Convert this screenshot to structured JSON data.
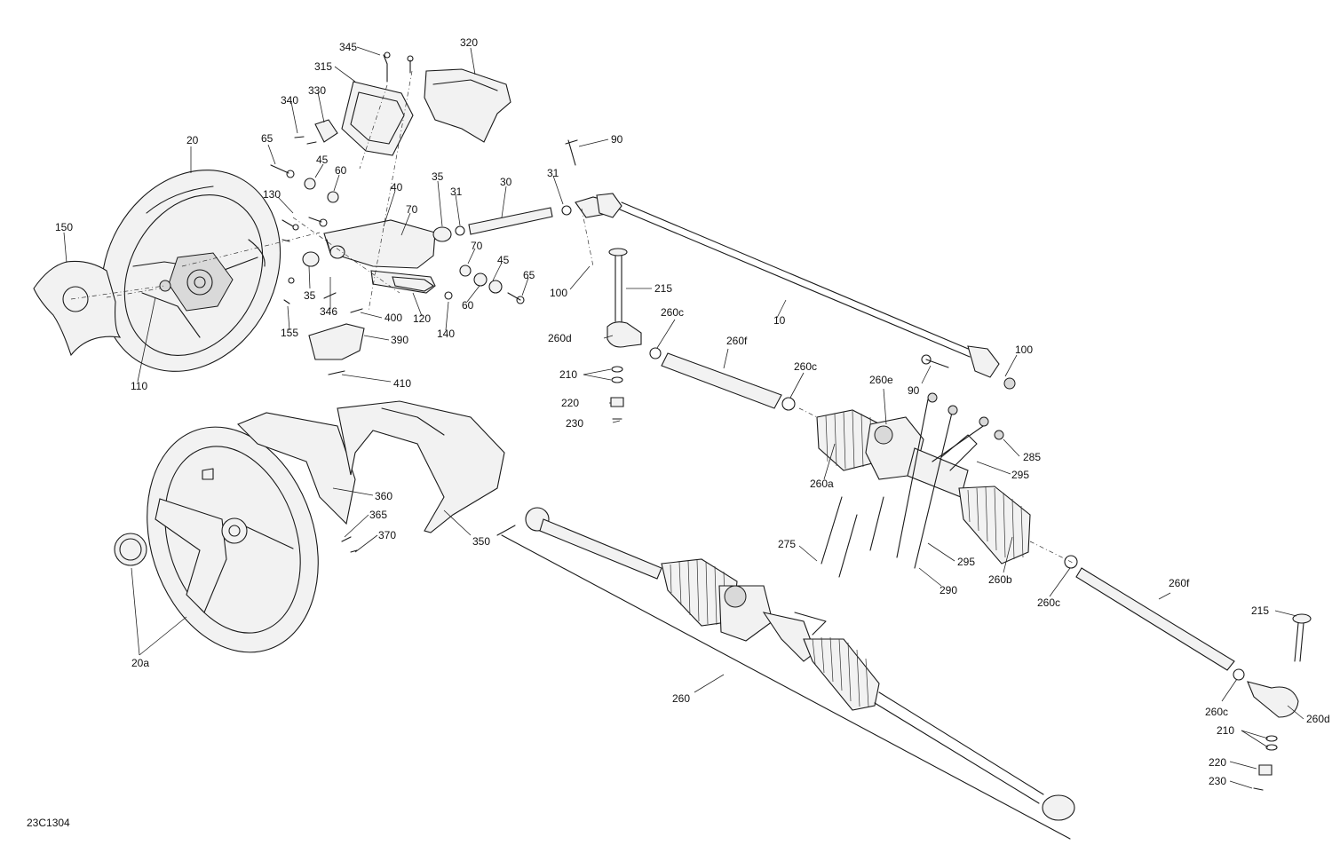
{
  "diagram_code": "23C1304",
  "labels": [
    {
      "id": "l345",
      "text": "345"
    },
    {
      "id": "l320",
      "text": "320"
    },
    {
      "id": "l315",
      "text": "315"
    },
    {
      "id": "l330",
      "text": "330"
    },
    {
      "id": "l340",
      "text": "340"
    },
    {
      "id": "l20",
      "text": "20"
    },
    {
      "id": "l65a",
      "text": "65"
    },
    {
      "id": "l45a",
      "text": "45"
    },
    {
      "id": "l60a",
      "text": "60"
    },
    {
      "id": "l90a",
      "text": "90"
    },
    {
      "id": "l31a",
      "text": "31"
    },
    {
      "id": "l35a",
      "text": "35"
    },
    {
      "id": "l31b",
      "text": "31"
    },
    {
      "id": "l30",
      "text": "30"
    },
    {
      "id": "l40",
      "text": "40"
    },
    {
      "id": "l130",
      "text": "130"
    },
    {
      "id": "l70a",
      "text": "70"
    },
    {
      "id": "l150",
      "text": "150"
    },
    {
      "id": "l70b",
      "text": "70"
    },
    {
      "id": "l45b",
      "text": "45"
    },
    {
      "id": "l65b",
      "text": "65"
    },
    {
      "id": "l100a",
      "text": "100"
    },
    {
      "id": "l215a",
      "text": "215"
    },
    {
      "id": "l35b",
      "text": "35"
    },
    {
      "id": "l60b",
      "text": "60"
    },
    {
      "id": "l346",
      "text": "346"
    },
    {
      "id": "l400",
      "text": "400"
    },
    {
      "id": "l120",
      "text": "120"
    },
    {
      "id": "l10",
      "text": "10"
    },
    {
      "id": "l155",
      "text": "155"
    },
    {
      "id": "l140",
      "text": "140"
    },
    {
      "id": "l260c1",
      "text": "260c"
    },
    {
      "id": "l260d1",
      "text": "260d"
    },
    {
      "id": "l260f1",
      "text": "260f"
    },
    {
      "id": "l390",
      "text": "390"
    },
    {
      "id": "l100b",
      "text": "100"
    },
    {
      "id": "l110",
      "text": "110"
    },
    {
      "id": "l210a",
      "text": "210"
    },
    {
      "id": "l260c2",
      "text": "260c"
    },
    {
      "id": "l410",
      "text": "410"
    },
    {
      "id": "l90b",
      "text": "90"
    },
    {
      "id": "l260e",
      "text": "260e"
    },
    {
      "id": "l220a",
      "text": "220"
    },
    {
      "id": "l230a",
      "text": "230"
    },
    {
      "id": "l285",
      "text": "285"
    },
    {
      "id": "l260a",
      "text": "260a"
    },
    {
      "id": "l295a",
      "text": "295"
    },
    {
      "id": "l360",
      "text": "360"
    },
    {
      "id": "l365",
      "text": "365"
    },
    {
      "id": "l370",
      "text": "370"
    },
    {
      "id": "l350",
      "text": "350"
    },
    {
      "id": "l275",
      "text": "275"
    },
    {
      "id": "l295b",
      "text": "295"
    },
    {
      "id": "l260b",
      "text": "260b"
    },
    {
      "id": "l290",
      "text": "290"
    },
    {
      "id": "l260f2",
      "text": "260f"
    },
    {
      "id": "l260c3",
      "text": "260c"
    },
    {
      "id": "l215b",
      "text": "215"
    },
    {
      "id": "l20a",
      "text": "20a"
    },
    {
      "id": "l260",
      "text": "260"
    },
    {
      "id": "l260c4",
      "text": "260c"
    },
    {
      "id": "l260d2",
      "text": "260d"
    },
    {
      "id": "l210b",
      "text": "210"
    },
    {
      "id": "l220b",
      "text": "220"
    },
    {
      "id": "l230b",
      "text": "230"
    }
  ]
}
